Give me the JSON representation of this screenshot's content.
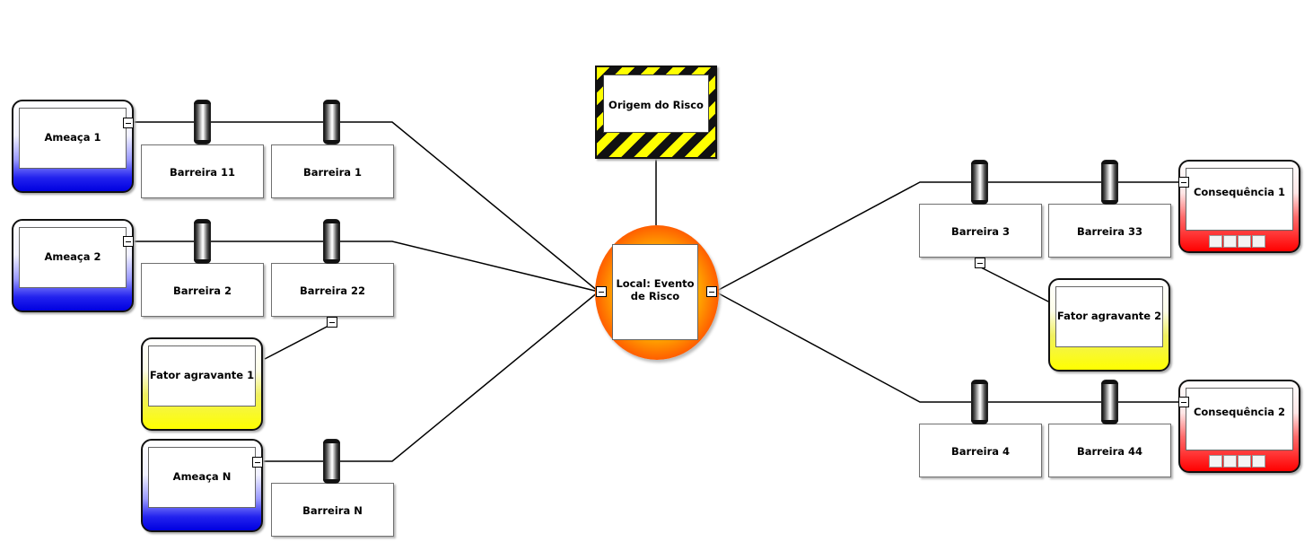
{
  "diagram": {
    "event": "Local: Evento de Risco",
    "source": "Origem do Risco",
    "threats": [
      "Ameaça 1",
      "Ameaça 2",
      "Ameaça N"
    ],
    "barriers": {
      "b11": "Barreira 11",
      "b1": "Barreira 1",
      "b2": "Barreira 2",
      "b22": "Barreira 22",
      "bN": "Barreira N",
      "b3": "Barreira 3",
      "b33": "Barreira 33",
      "b4": "Barreira 4",
      "b44": "Barreira 44"
    },
    "factors": [
      "Fator agravante 1",
      "Fator agravante 2"
    ],
    "consequences": [
      "Consequência 1",
      "Consequência  2"
    ]
  },
  "colors": {
    "threat": "#0000e0",
    "consequence": "#ff0000",
    "factor": "#ffff00",
    "event": "#ff5000",
    "line": "#000000"
  }
}
